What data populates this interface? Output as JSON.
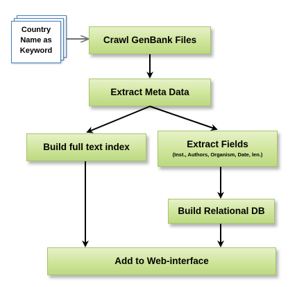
{
  "keyword_doc": {
    "label": "Country\nName as\nKeyword"
  },
  "boxes": {
    "crawl": "Crawl GenBank Files",
    "meta": "Extract Meta Data",
    "index": "Build full text index",
    "fields": "Extract Fields",
    "fields_sub": "(Inst., Authors, Organism, Date, len.)",
    "rdb": "Build Relational DB",
    "web": "Add to Web-interface"
  },
  "colors": {
    "box_fill": "#cfe59a",
    "box_border": "#a7c468",
    "doc_border": "#3f7dc0",
    "arrow_black": "#000000",
    "arrow_gray": "#707070"
  }
}
